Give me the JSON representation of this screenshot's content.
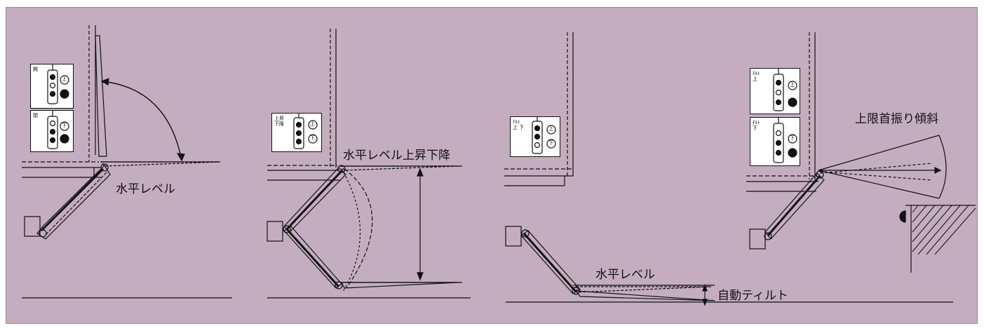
{
  "labels": {
    "horizontal_level_1": "水平レベル",
    "level_raise_lower": "水平レベル上昇下降",
    "horizontal_level_2": "水平レベル",
    "auto_tilt": "自動ティルト",
    "upper_limit_swing": "上限首振り傾斜"
  },
  "pendants": {
    "p1_text": "開",
    "p2_text": "閉",
    "p3_text": "上昇\n下降",
    "p4_text": "ﾁﾙﾄ\n上 下",
    "p5_text": "ﾁﾙﾄ\n上",
    "p6_text": "ﾁﾙﾄ\n下"
  },
  "buttons": {
    "up": "上",
    "down": "下"
  },
  "colors": {
    "background": "#c5adc0",
    "line": "#111111"
  }
}
